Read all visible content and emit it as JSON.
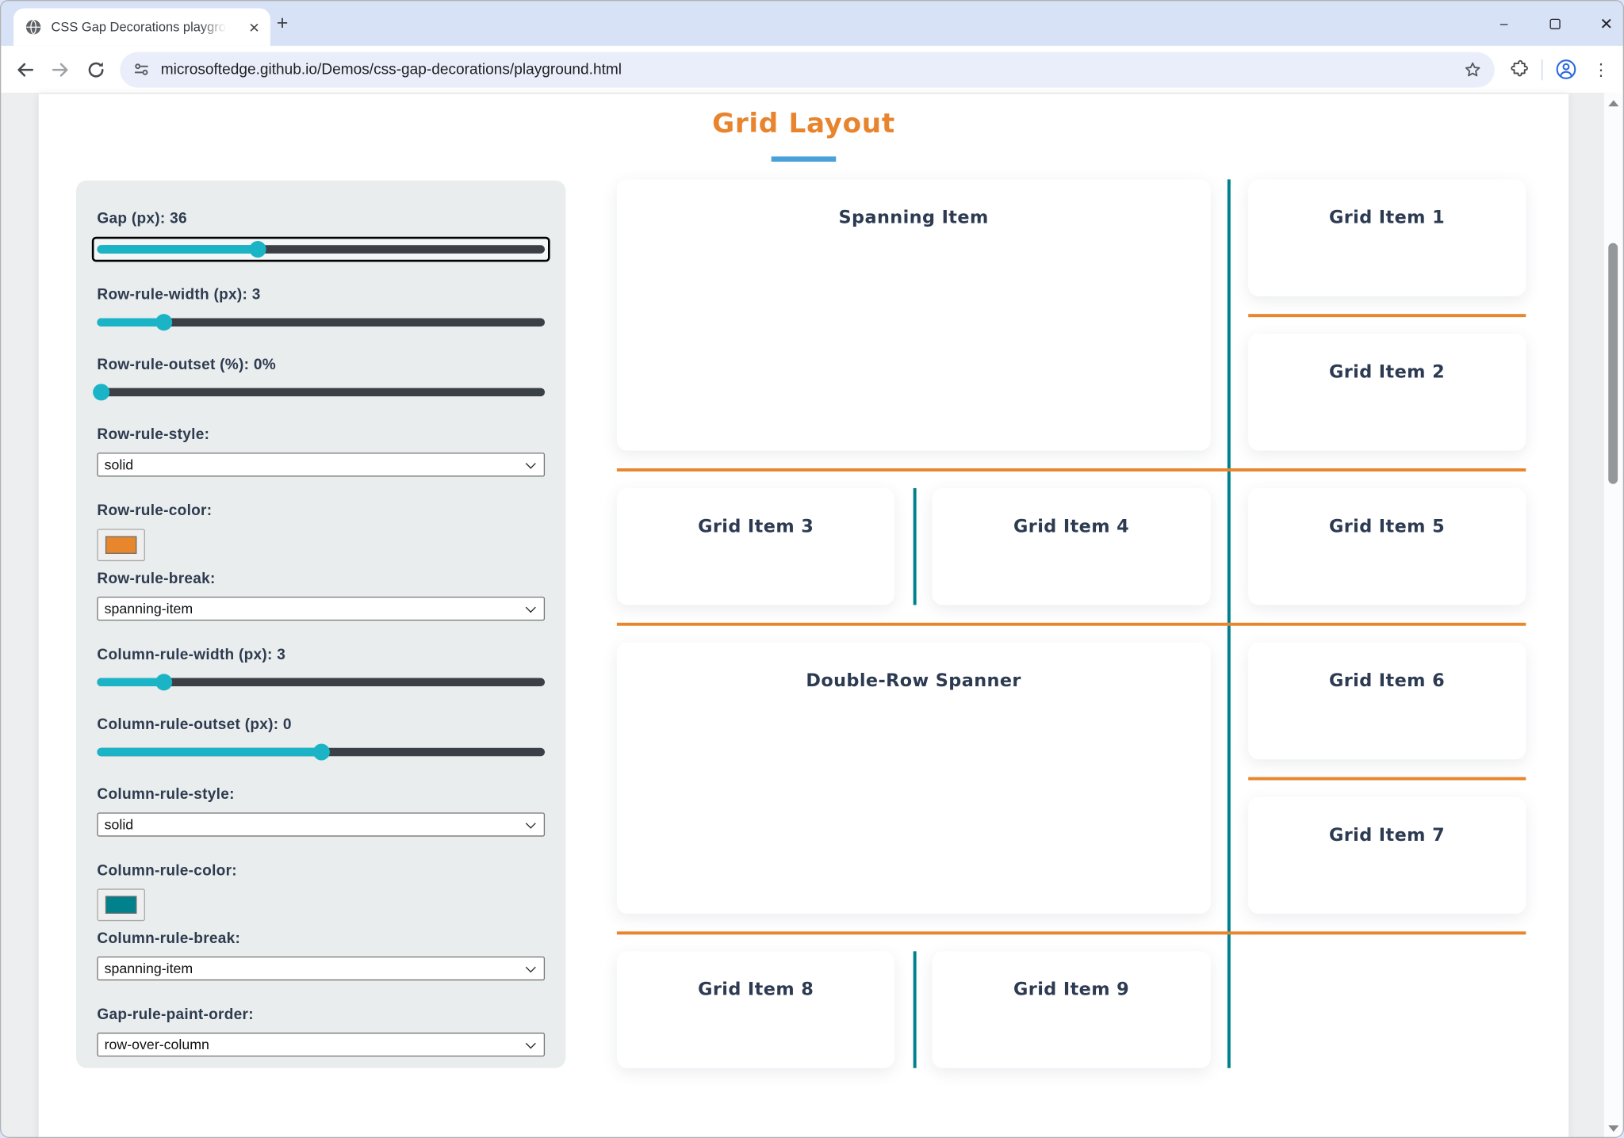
{
  "browser": {
    "tab_title": "CSS Gap Decorations playgroun",
    "url": "microsoftedge.github.io/Demos/css-gap-decorations/playground.html",
    "icons": {
      "close_tab": "✕",
      "new_tab": "+",
      "minimize": "—",
      "close_window": "✕",
      "menu_dots": "⋮"
    }
  },
  "page": {
    "title": "Grid Layout",
    "sidebar": {
      "controls": [
        {
          "type": "slider",
          "label": "Gap (px): 36",
          "value": 36,
          "percent": 36,
          "focused": true
        },
        {
          "type": "slider",
          "label": "Row-rule-width (px): 3",
          "value": 3,
          "percent": 15
        },
        {
          "type": "slider",
          "label": "Row-rule-outset (%): 0%",
          "value": 0,
          "percent": 1
        },
        {
          "type": "select",
          "label": "Row-rule-style:",
          "value": "solid"
        },
        {
          "type": "color",
          "label": "Row-rule-color:",
          "color": "#E8862D"
        },
        {
          "type": "select",
          "label": "Row-rule-break:",
          "value": "spanning-item"
        },
        {
          "type": "slider",
          "label": "Column-rule-width (px): 3",
          "value": 3,
          "percent": 15
        },
        {
          "type": "slider",
          "label": "Column-rule-outset (px): 0",
          "value": 0,
          "percent": 50
        },
        {
          "type": "select",
          "label": "Column-rule-style:",
          "value": "solid"
        },
        {
          "type": "color",
          "label": "Column-rule-color:",
          "color": "#00818B"
        },
        {
          "type": "select",
          "label": "Column-rule-break:",
          "value": "spanning-item"
        },
        {
          "type": "select",
          "label": "Gap-rule-paint-order:",
          "value": "row-over-column"
        }
      ]
    },
    "grid": {
      "items": [
        {
          "label": "Spanning Item"
        },
        {
          "label": "Grid Item 1"
        },
        {
          "label": "Grid Item 2"
        },
        {
          "label": "Grid Item 3"
        },
        {
          "label": "Grid Item 4"
        },
        {
          "label": "Grid Item 5"
        },
        {
          "label": "Double-Row Spanner"
        },
        {
          "label": "Grid Item 6"
        },
        {
          "label": "Grid Item 7"
        },
        {
          "label": "Grid Item 8"
        },
        {
          "label": "Grid Item 9"
        }
      ]
    }
  },
  "theme": {
    "accent_orange": "#E8842E",
    "underline_blue": "#4AA0D8",
    "row_rule_color": "#E8862D",
    "column_rule_color": "#00818B",
    "slider_teal": "#1BB4C6"
  }
}
